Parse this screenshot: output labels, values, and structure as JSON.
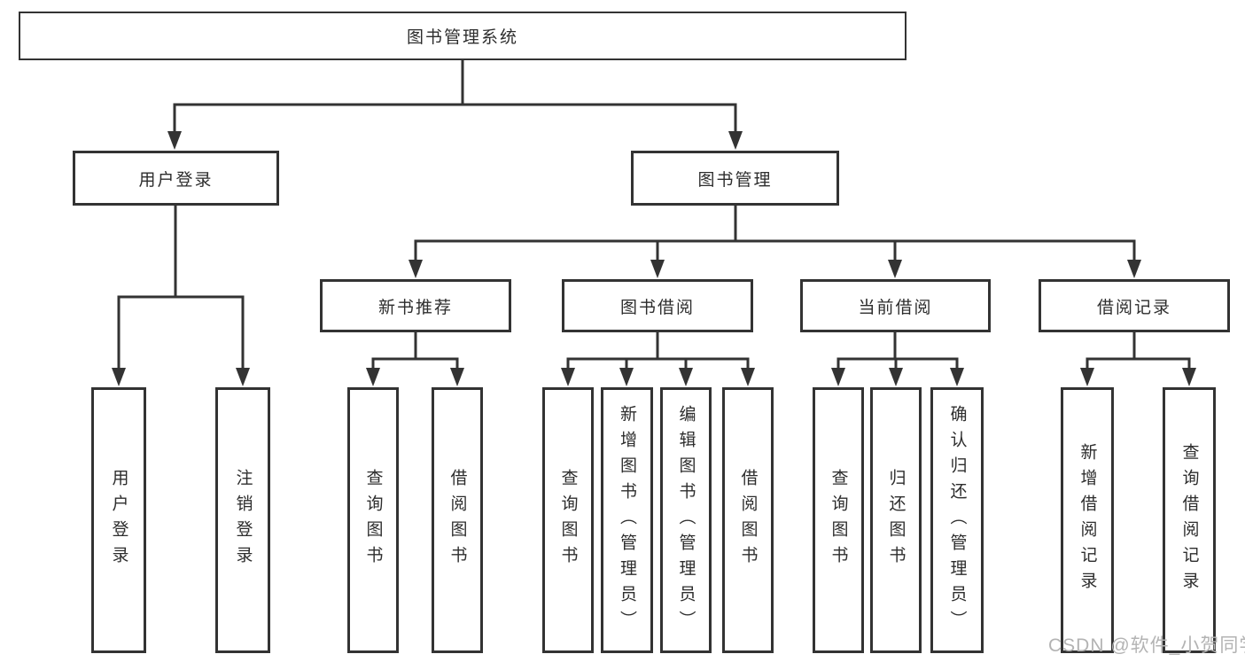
{
  "tree": {
    "label": "图书管理系统",
    "children": [
      {
        "label": "用户登录",
        "children": [
          {
            "label": "用户登录"
          },
          {
            "label": "注销登录"
          }
        ]
      },
      {
        "label": "图书管理",
        "children": [
          {
            "label": "新书推荐",
            "children": [
              {
                "label": "查询图书"
              },
              {
                "label": "借阅图书"
              }
            ]
          },
          {
            "label": "图书借阅",
            "children": [
              {
                "label": "查询图书"
              },
              {
                "label": "新增图书（管理员）"
              },
              {
                "label": "编辑图书（管理员）"
              },
              {
                "label": "借阅图书"
              }
            ]
          },
          {
            "label": "当前借阅",
            "children": [
              {
                "label": "查询图书"
              },
              {
                "label": "归还图书"
              },
              {
                "label": "确认归还（管理员）"
              }
            ]
          },
          {
            "label": "借阅记录",
            "children": [
              {
                "label": "新增借阅记录"
              },
              {
                "label": "查询借阅记录"
              }
            ]
          }
        ]
      }
    ]
  },
  "watermark": {
    "text": "CSDN @软件_小贺同学"
  },
  "style": {
    "line_color": "#333333",
    "text_color": "#2d2d2d",
    "watermark_color": "#b3b3b3",
    "background": "#ffffff"
  }
}
